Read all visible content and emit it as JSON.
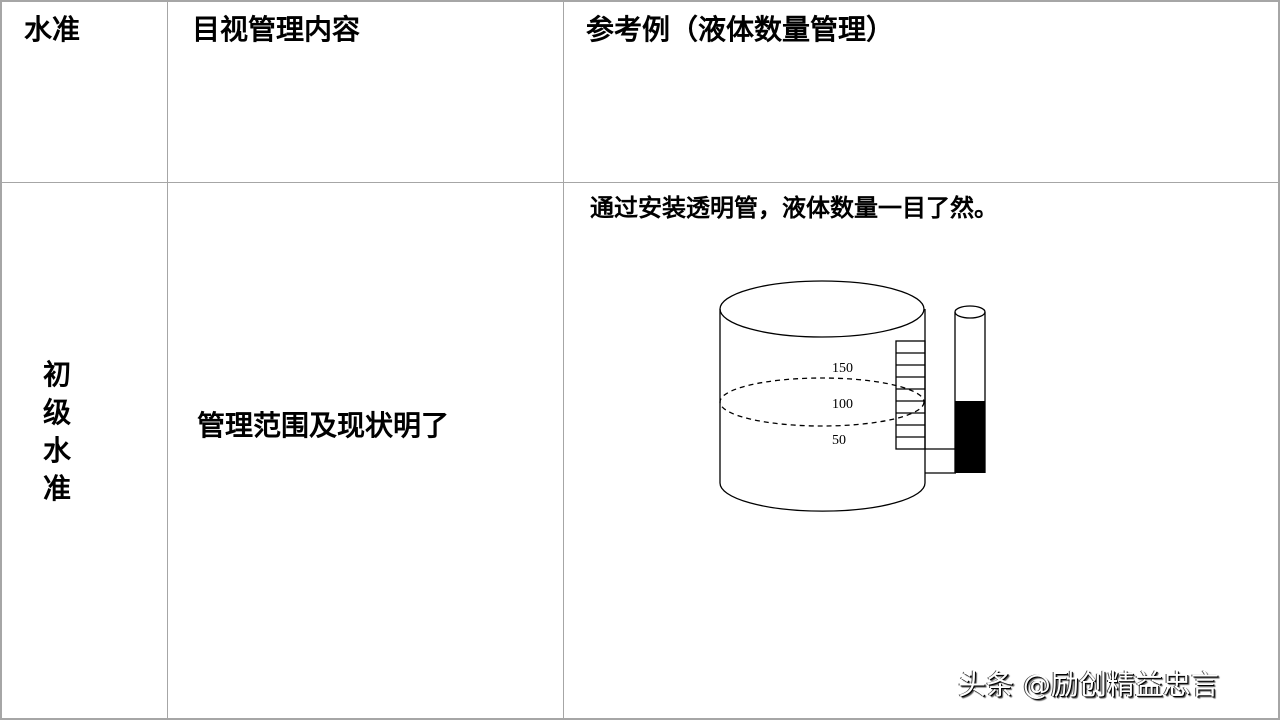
{
  "table": {
    "headers": {
      "level": "水准",
      "content": "目视管理内容",
      "example": "参考例（液体数量管理）"
    },
    "rows": [
      {
        "level_chars": [
          "初",
          "级",
          "水",
          "准"
        ],
        "level": "初级水准",
        "content": "管理范围及现状明了",
        "example_caption": "通过安装透明管，液体数量一目了然。"
      }
    ]
  },
  "diagram": {
    "type": "tank-with-sight-tube",
    "scale_labels": [
      "150",
      "100",
      "50"
    ],
    "line_color": "#000000",
    "fill_color": "#000000"
  },
  "watermark": "头条 @励创精益忠言",
  "colors": {
    "border": "#a6a6a6",
    "text": "#000000",
    "background": "#ffffff"
  }
}
